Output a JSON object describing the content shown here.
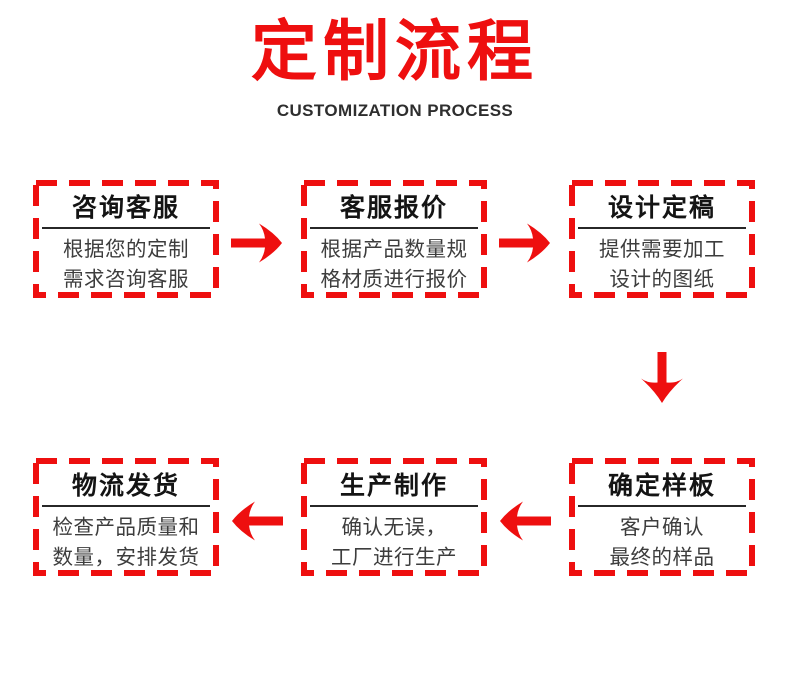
{
  "header": {
    "title": "定制流程",
    "subtitle": "CUSTOMIZATION PROCESS"
  },
  "colors": {
    "accent_red": "#ee0f0f",
    "step_title_text": "#141414",
    "step_body_text": "#3d3d3d"
  },
  "steps": [
    {
      "title": "咨询客服",
      "line1": "根据您的定制",
      "line2": "需求咨询客服"
    },
    {
      "title": "客服报价",
      "line1": "根据产品数量规",
      "line2": "格材质进行报价"
    },
    {
      "title": "设计定稿",
      "line1": "提供需要加工",
      "line2": "设计的图纸"
    },
    {
      "title": "确定样板",
      "line1": "客户确认",
      "line2": "最终的样品"
    },
    {
      "title": "生产制作",
      "line1": "确认无误，",
      "line2": "工厂进行生产"
    },
    {
      "title": "物流发货",
      "line1": "检查产品质量和",
      "line2": "数量，安排发货"
    }
  ],
  "icons": {
    "flow_arrows": [
      "arrow-right-icon",
      "arrow-right-icon",
      "arrow-down-icon",
      "arrow-left-icon",
      "arrow-left-icon"
    ]
  }
}
